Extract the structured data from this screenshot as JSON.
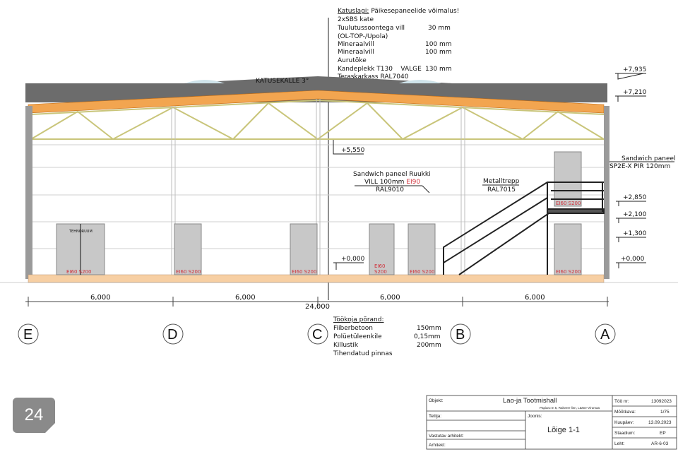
{
  "page_badge": "24",
  "roof_notes": {
    "title": "Katuslagi:",
    "title_rest": "Päikesepaneelide võimalus!",
    "layers": [
      {
        "name": "2xSBS kate",
        "value": ""
      },
      {
        "name": "Tuulutussoontega vill",
        "value": "30 mm"
      },
      {
        "name": "(OL-TOP-/Upola)",
        "value": ""
      },
      {
        "name": "Mineraalvill",
        "value": "100 mm"
      },
      {
        "name": "Mineraalvill",
        "value": "100 mm"
      },
      {
        "name": "Aurutõke",
        "value": ""
      },
      {
        "name": "Kandeplekk T130    VALGE",
        "value": "130 mm"
      },
      {
        "name": "Teraskarkass RAL7040",
        "value": ""
      }
    ]
  },
  "roof_slope": "KATUSEKALLE 3°",
  "floor_notes": {
    "title": "Töökoja põrand:",
    "layers": [
      {
        "name": "Fiiberbetoon",
        "value": "150mm"
      },
      {
        "name": "Polüetüleenkile",
        "value": "0,15mm"
      },
      {
        "name": "Killustik",
        "value": "200mm"
      },
      {
        "name": "Tihendatud pinnas",
        "value": ""
      }
    ]
  },
  "labels": {
    "sandwich_inner": [
      "Sandwich paneel Ruukki",
      "VILL 100mm ",
      "EI90",
      "RAL9010"
    ],
    "stair": [
      "Metalltrepp",
      "RAL7015"
    ],
    "sandwich_outer": [
      "Sandwich paneel",
      "SP2E-X PIR 120mm"
    ],
    "room": "TEHNORUUM",
    "door_rating": "EI60 S200",
    "door_rating_split": [
      "EI60",
      "S200"
    ]
  },
  "elevations": {
    "e7935": "+7,935",
    "e7210": "+7,210",
    "e5550": "+5,550",
    "e2850": "+2,850",
    "e2100": "+2,100",
    "e1300": "+1,300",
    "e0000": "+0,000"
  },
  "dimensions": {
    "spans": [
      "6,000",
      "6,000",
      "6,000",
      "6,000"
    ],
    "total": "24,000"
  },
  "grid_axes": [
    "E",
    "D",
    "C",
    "B",
    "A"
  ],
  "title_block": {
    "objekt_label": "Objekt:",
    "objekt": "Lao-ja Tootmishall",
    "address": "Papiaru tn 5, Rakvere linn, Lääne-Virumaa",
    "tellija_label": "Tellija:",
    "vastutav_label": "Vastutav arhitekt:",
    "arhitekt_label": "Arhitekt:",
    "joonis_label": "Joonis:",
    "joonis": "Lõige 1-1",
    "rows": [
      {
        "label": "Töö nr:",
        "value": "13092023"
      },
      {
        "label": "Mõõtkava:",
        "value": "1/75"
      },
      {
        "label": "Kuupäev:",
        "value": "13.09.2023"
      },
      {
        "label": "Staadium:",
        "value": "EP"
      },
      {
        "label": "Leht:",
        "value": "AR-6-03"
      }
    ]
  }
}
